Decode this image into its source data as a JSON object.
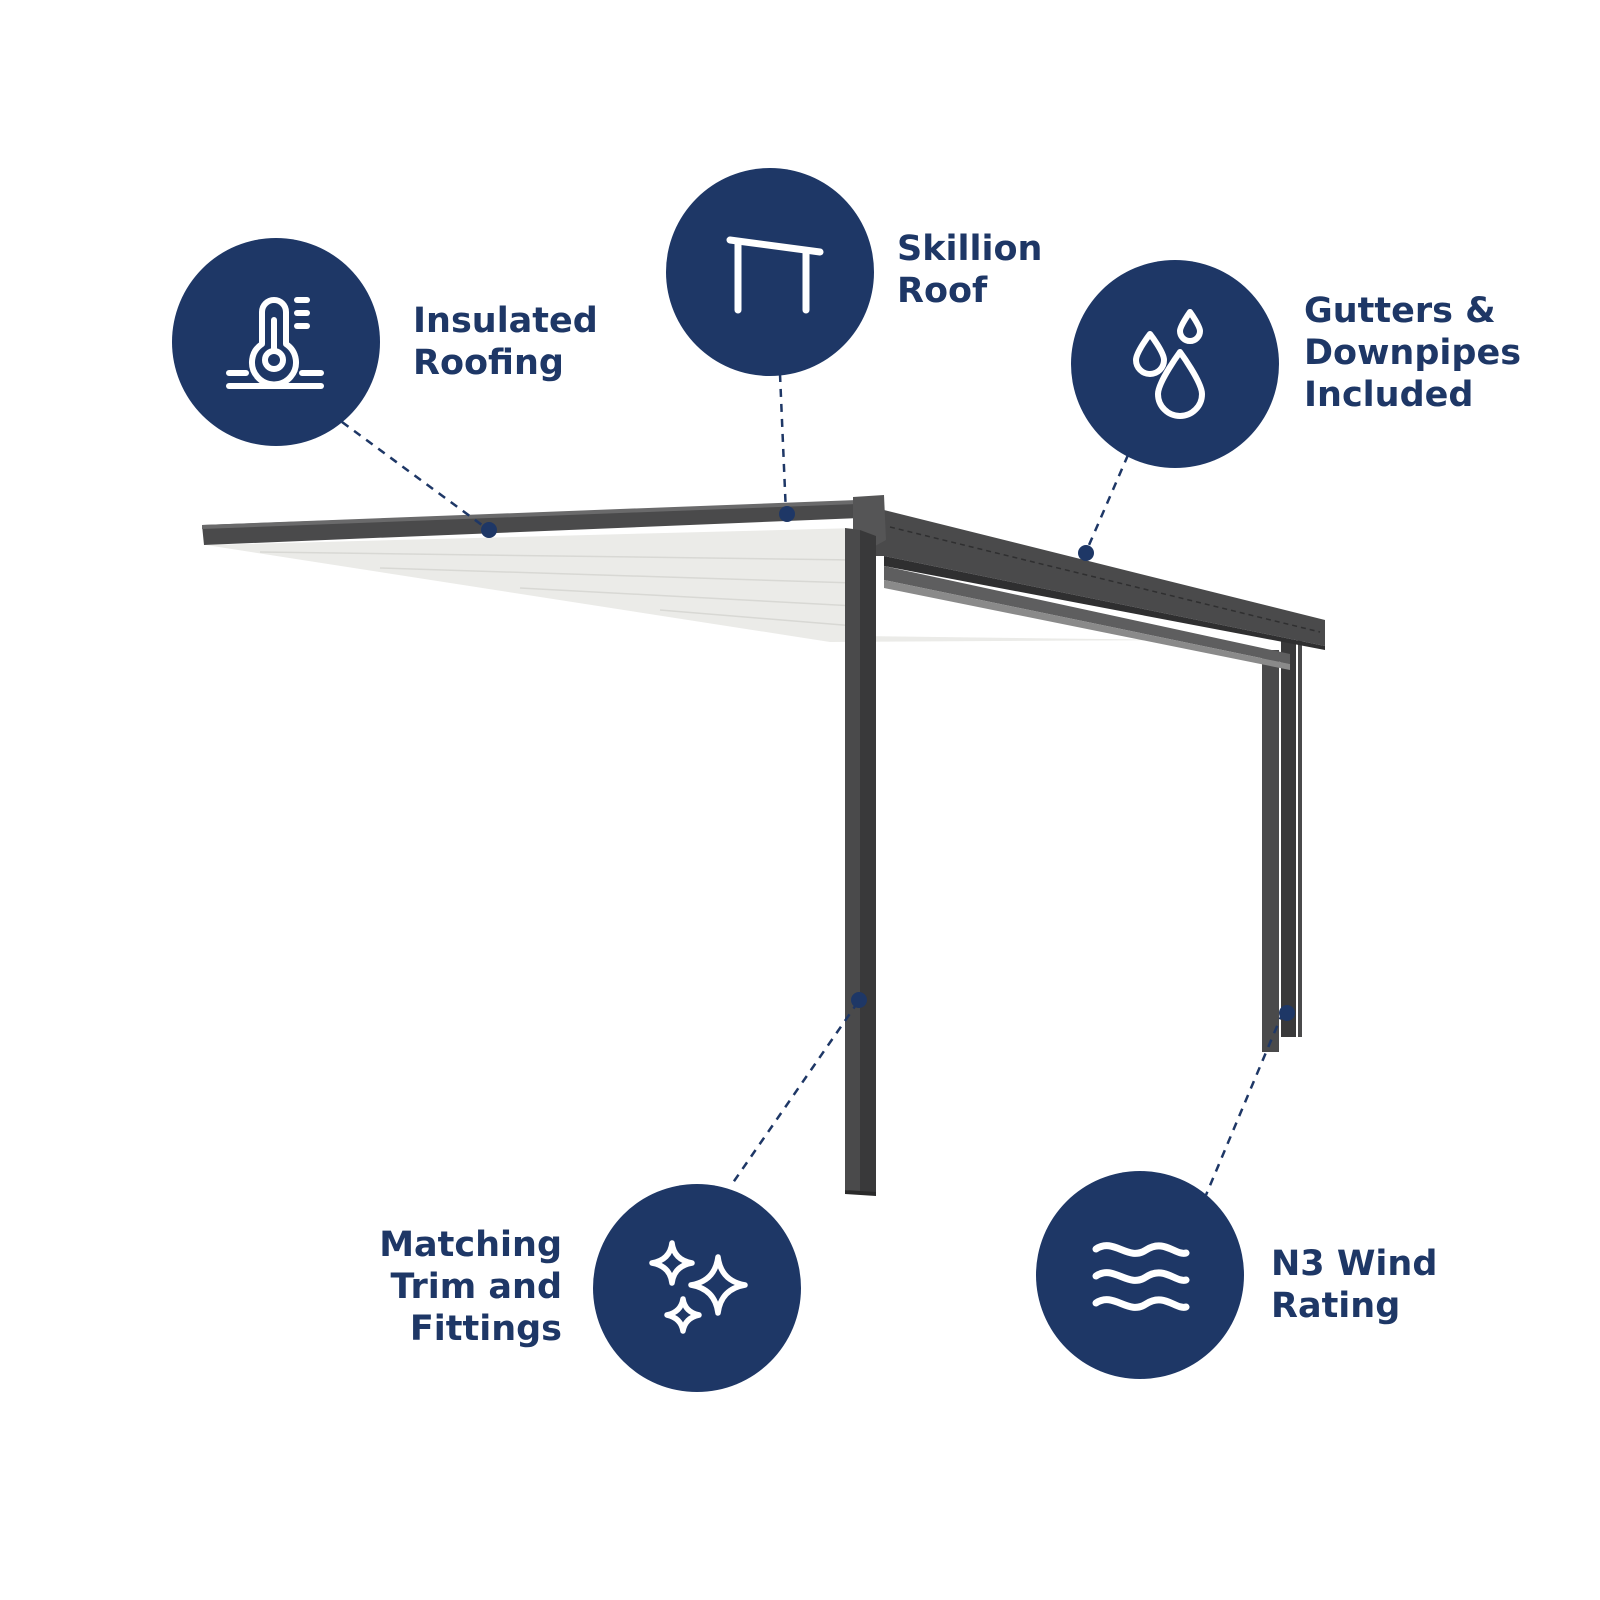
{
  "colors": {
    "badge_fill": "#1e3766",
    "icon_stroke": "#ffffff",
    "frame": "#4a4a4b",
    "frame_dark": "#39393a",
    "frame_light": "#6a6a6b",
    "roof_underside": "#ebebe8",
    "connector": "#1e3766"
  },
  "features": [
    {
      "icon": "thermometer-icon",
      "lines": [
        "Insulated",
        "Roofing"
      ]
    },
    {
      "icon": "skillion-roof-icon",
      "lines": [
        "Skillion",
        "Roof"
      ]
    },
    {
      "icon": "water-drops-icon",
      "lines": [
        "Gutters &",
        "Downpipes",
        "Included"
      ]
    },
    {
      "icon": "sparkles-icon",
      "lines": [
        "Matching",
        "Trim and",
        "Fittings"
      ]
    },
    {
      "icon": "wind-waves-icon",
      "lines": [
        "N3 Wind",
        "Rating"
      ]
    }
  ]
}
